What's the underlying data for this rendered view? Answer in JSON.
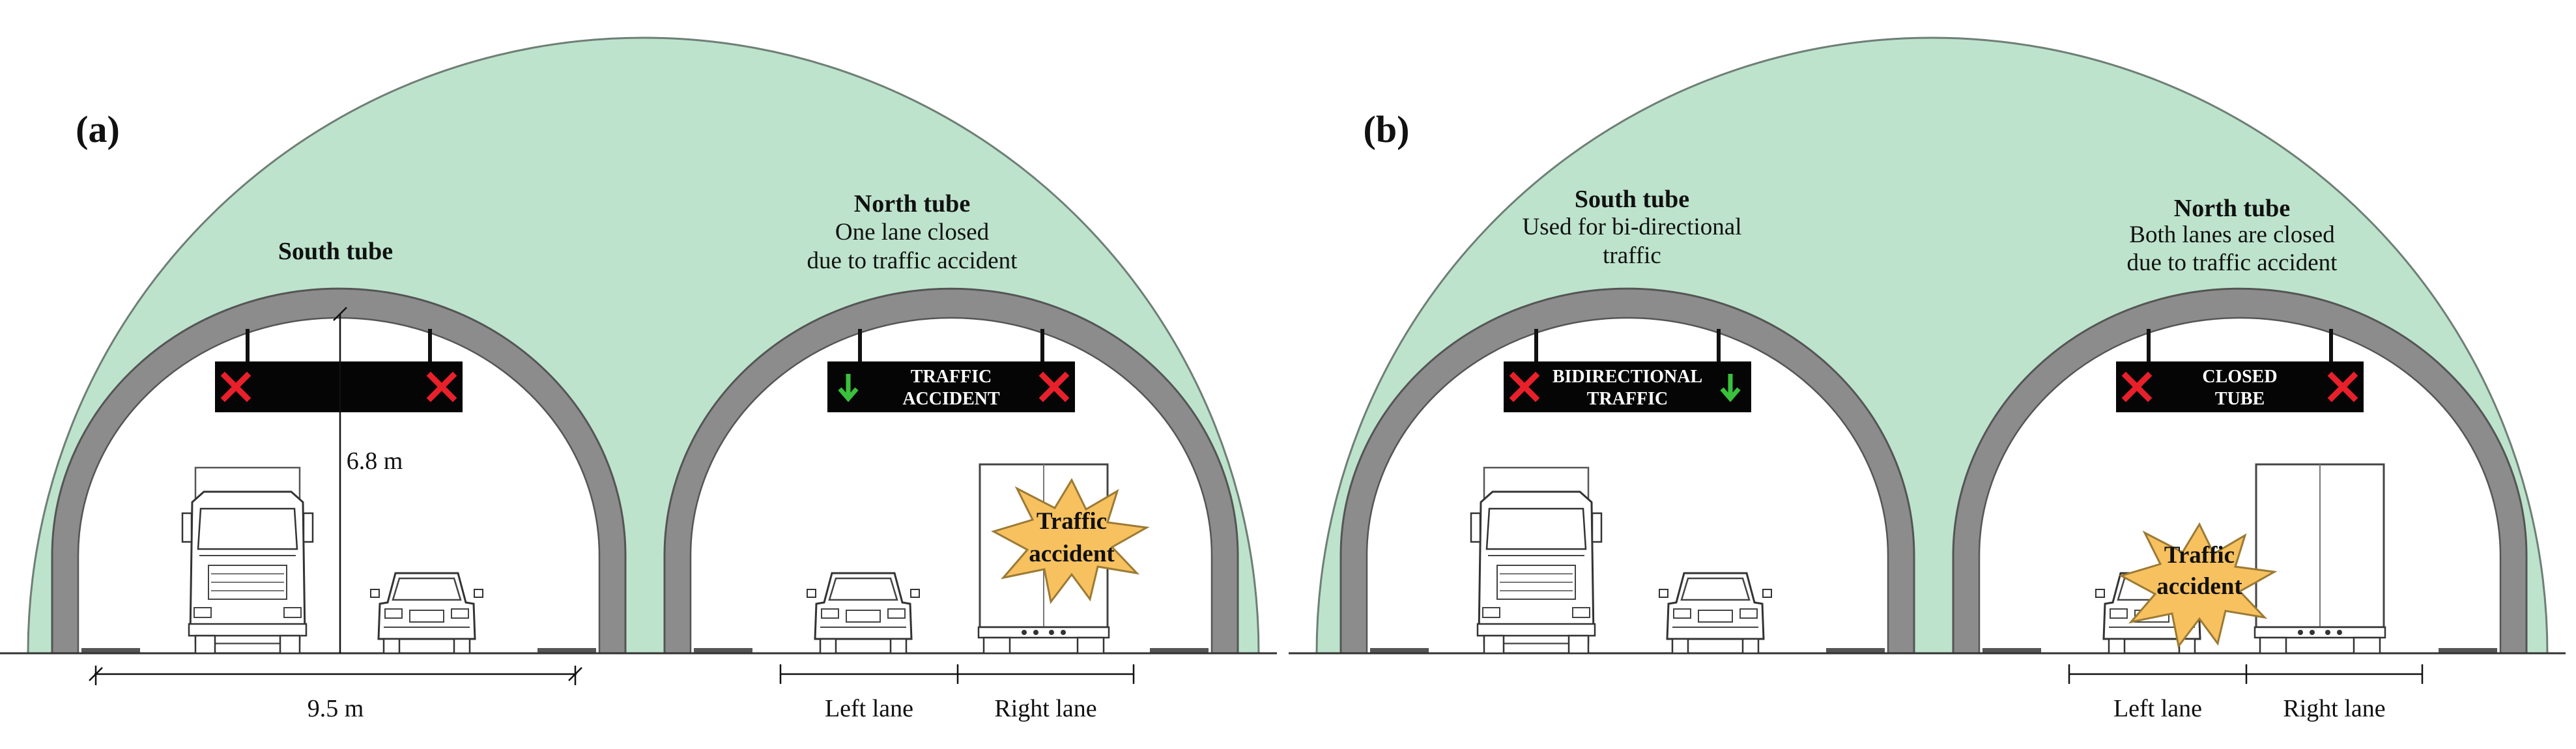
{
  "panels": [
    {
      "id": "a",
      "label": "(a)",
      "south_tube": {
        "title": "South tube",
        "note": ""
      },
      "north_tube": {
        "title": "North tube",
        "note_line1": "One lane closed",
        "note_line2": "due to traffic accident"
      },
      "south_sign": {
        "left_symbol": "red-x",
        "line1": "",
        "line2": "",
        "right_symbol": "red-x"
      },
      "north_sign": {
        "left_symbol": "green-down-arrow",
        "line1": "TRAFFIC",
        "line2": "ACCIDENT",
        "right_symbol": "red-x"
      },
      "dimensions": {
        "height": "6.8 m",
        "width": "9.5 m"
      },
      "lanes": {
        "left": "Left lane",
        "right": "Right lane"
      },
      "accident_label_line1": "Traffic",
      "accident_label_line2": "accident"
    },
    {
      "id": "b",
      "label": "(b)",
      "south_tube": {
        "title": "South tube",
        "note_line1": "Used for bi-directional",
        "note_line2": "traffic"
      },
      "north_tube": {
        "title": "North tube",
        "note_line1": "Both lanes are closed",
        "note_line2": "due to traffic accident"
      },
      "south_sign": {
        "left_symbol": "red-x",
        "line1": "BIDIRECTIONAL",
        "line2": "TRAFFIC",
        "right_symbol": "green-down-arrow"
      },
      "north_sign": {
        "left_symbol": "red-x",
        "line1": "CLOSED",
        "line2": "TUBE",
        "right_symbol": "red-x"
      },
      "lanes": {
        "left": "Left lane",
        "right": "Right lane"
      },
      "accident_label_line1": "Traffic",
      "accident_label_line2": "accident"
    }
  ],
  "colors": {
    "dome_fill": "#bde3cc",
    "tunnel_lining": "#8c8c8c",
    "sign_bg": "#050505",
    "red_x": "#e8202a",
    "green_arrow": "#39c13c",
    "burst_fill": "#f7c160"
  }
}
